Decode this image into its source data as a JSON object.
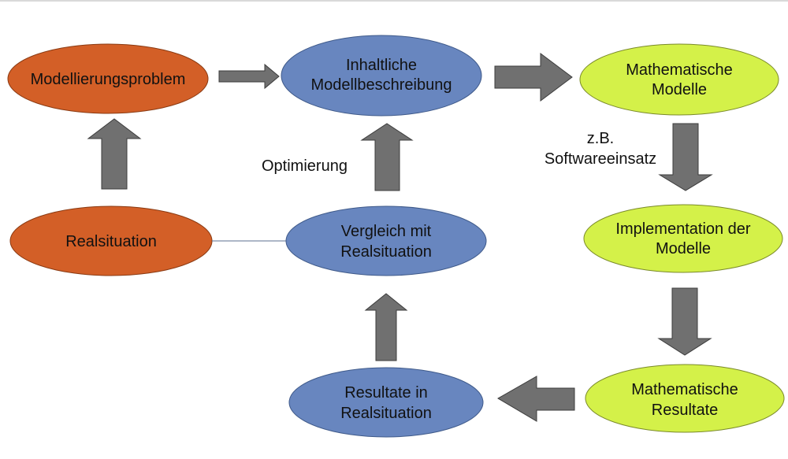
{
  "title": "Modellierungskreislauf",
  "colors": {
    "orange": "#d35f27",
    "blue": "#6886bf",
    "green": "#d4f149",
    "arrow": "#707070",
    "arrow_stroke": "#3c3c3c",
    "line": "#5b6f8f"
  },
  "nodes": {
    "modellierungsproblem": {
      "lines": [
        "Modellierungsproblem"
      ]
    },
    "inhaltliche": {
      "lines": [
        "Inhaltliche",
        "Modellbeschreibung"
      ]
    },
    "mathematische_modelle": {
      "lines": [
        "Mathematische",
        "Modelle"
      ]
    },
    "realsituation": {
      "lines": [
        "Realsituation"
      ]
    },
    "vergleich": {
      "lines": [
        "Vergleich mit",
        "Realsituation"
      ]
    },
    "implementation": {
      "lines": [
        "Implementation der",
        "Modelle"
      ]
    },
    "resultate_real": {
      "lines": [
        "Resultate in",
        "Realsituation"
      ]
    },
    "mathematische_resultate": {
      "lines": [
        "Mathematische",
        "Resultate"
      ]
    }
  },
  "labels": {
    "optimierung": "Optimierung",
    "software_line1": "z.B.",
    "software_line2": "Softwareeinsatz"
  }
}
